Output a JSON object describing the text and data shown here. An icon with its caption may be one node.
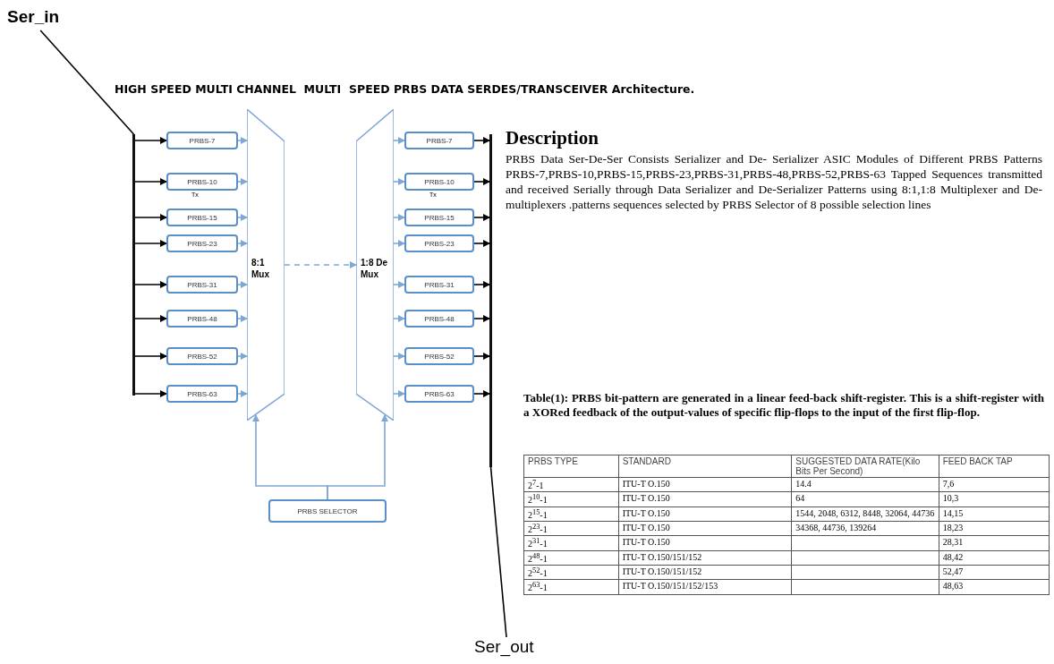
{
  "diagram": {
    "title": "HIGH SPEED MULTI CHANNEL  MULTI  SPEED PRBS DATA SERDES/TRANSCEIVER Architecture.",
    "nodes": [
      {
        "text": [
          "Ser_in"
        ]
      },
      {
        "text": [],
        "shape": "bar"
      },
      {
        "text": [
          "PRBS-7"
        ]
      },
      {
        "text": [
          "PRBS-10"
        ]
      },
      {
        "text": [
          "PRBS-15"
        ]
      },
      {
        "text": [
          "PRBS-23"
        ]
      },
      {
        "text": [
          "PRBS-31"
        ]
      },
      {
        "text": [
          "PRBS-48"
        ]
      },
      {
        "text": [
          "PRBS-52"
        ]
      },
      {
        "text": [
          "PRBS-63"
        ]
      },
      {
        "text": [
          "8:1 Mux"
        ]
      },
      {
        "text": [
          "1:8 De Mux"
        ]
      },
      {
        "text": [
          "PRBS-7"
        ]
      },
      {
        "text": [
          "PRBS-10"
        ]
      },
      {
        "text": [
          "PRBS-15"
        ]
      },
      {
        "text": [
          "PRBS-23"
        ]
      },
      {
        "text": [
          "PRBS-31"
        ]
      },
      {
        "text": [
          "PRBS-48"
        ]
      },
      {
        "text": [
          "PRBS-52"
        ]
      },
      {
        "text": [
          "PRBS-63"
        ]
      },
      {
        "text": [],
        "shape": "bar"
      },
      {
        "text": [
          "PRBS SELECTOR"
        ]
      },
      {
        "text": [
          "Ser_out"
        ]
      }
    ],
    "edges": [
      {
        "from": 0,
        "to": 1,
        "arrow": "none",
        "color": "#000000"
      },
      {
        "from": 1,
        "to": 2,
        "arrow": "to",
        "color": "#000000"
      },
      {
        "from": 1,
        "to": 3,
        "arrow": "to",
        "color": "#000000"
      },
      {
        "from": 1,
        "to": 4,
        "arrow": "to",
        "color": "#000000"
      },
      {
        "from": 1,
        "to": 5,
        "arrow": "to",
        "color": "#000000"
      },
      {
        "from": 1,
        "to": 6,
        "arrow": "to",
        "color": "#000000"
      },
      {
        "from": 1,
        "to": 7,
        "arrow": "to",
        "color": "#000000"
      },
      {
        "from": 1,
        "to": 8,
        "arrow": "to",
        "color": "#000000"
      },
      {
        "from": 1,
        "to": 9,
        "arrow": "to",
        "color": "#000000"
      },
      {
        "from": 2,
        "to": 10,
        "arrow": "to"
      },
      {
        "from": 3,
        "to": 10,
        "arrow": "to"
      },
      {
        "from": 4,
        "to": 10,
        "arrow": "to"
      },
      {
        "from": 5,
        "to": 10,
        "arrow": "to"
      },
      {
        "from": 6,
        "to": 10,
        "arrow": "to"
      },
      {
        "from": 7,
        "to": 10,
        "arrow": "to"
      },
      {
        "from": 8,
        "to": 10,
        "arrow": "to"
      },
      {
        "from": 9,
        "to": 10,
        "arrow": "to"
      },
      {
        "from": 10,
        "to": 11,
        "arrow": "to",
        "style": "dashed"
      },
      {
        "from": 11,
        "to": 12,
        "arrow": "to"
      },
      {
        "from": 11,
        "to": 13,
        "arrow": "to"
      },
      {
        "from": 11,
        "to": 14,
        "arrow": "to"
      },
      {
        "from": 11,
        "to": 15,
        "arrow": "to"
      },
      {
        "from": 11,
        "to": 16,
        "arrow": "to"
      },
      {
        "from": 11,
        "to": 17,
        "arrow": "to"
      },
      {
        "from": 11,
        "to": 18,
        "arrow": "to"
      },
      {
        "from": 11,
        "to": 19,
        "arrow": "to"
      },
      {
        "from": 12,
        "to": 20,
        "arrow": "to",
        "color": "#000000"
      },
      {
        "from": 13,
        "to": 20,
        "arrow": "to",
        "color": "#000000"
      },
      {
        "from": 14,
        "to": 20,
        "arrow": "to",
        "color": "#000000"
      },
      {
        "from": 15,
        "to": 20,
        "arrow": "to",
        "color": "#000000"
      },
      {
        "from": 16,
        "to": 20,
        "arrow": "to",
        "color": "#000000"
      },
      {
        "from": 17,
        "to": 20,
        "arrow": "to",
        "color": "#000000"
      },
      {
        "from": 18,
        "to": 20,
        "arrow": "to",
        "color": "#000000"
      },
      {
        "from": 19,
        "to": 20,
        "arrow": "to",
        "color": "#000000"
      },
      {
        "from": 22,
        "to": 20,
        "arrow": "none",
        "color": "#000000"
      },
      {
        "from": 21,
        "to": 10,
        "arrow": "to"
      },
      {
        "from": 21,
        "to": 11,
        "arrow": "to"
      }
    ],
    "labels": [
      "Tx",
      "Tx",
      "Description",
      "PRBS Data Ser-De-Ser Consists Serializer and De- Serializer ASIC Modules of Different PRBS Patterns PRBS-7,PRBS-10,PRBS-15,PRBS-23,PRBS-31,PRBS-48,PRBS-52,PRBS-63 Tapped Sequences transmitted and received Serially through Data Serializer and De-Serializer Patterns using 8:1,1:8 Multiplexer and De-multiplexers .patterns sequences selected by PRBS Selector of 8 possible selection lines",
      "Table(1): PRBS bit-pattern are generated in a linear feed-back shift-register. This is a shift-register with a XORed feedback of the output-values of specific flip-flops to the input of the first flip-flop.",
      "PRBS TYPE",
      "STANDARD",
      "SUGGESTED DATA RATE(Kilo Bits Per Second)",
      "FEED BACK TAP",
      "2$^{7}$-1",
      "ITU-T O.150",
      "14.4",
      "7,6",
      "2$^{10}$-1",
      "ITU-T O.150",
      "64",
      "10,3",
      "2$^{15}$-1",
      "ITU-T O.150",
      "1544, 2048, 6312, 8448, 32064, 44736",
      "14,15",
      "2$^{23}$-1",
      "ITU-T O.150",
      "34368, 44736, 139264",
      "18,23",
      "2$^{31}$-1",
      "ITU-T O.150",
      "28,31",
      "2$^{48}$-1",
      "ITU-T O.150/151/152",
      "48,42",
      "2$^{52}$-1",
      "ITU-T O.150/151/152",
      "52,47",
      "2$^{63}$-1",
      "ITU-T O.150/151/152/153",
      "48,63"
    ]
  }
}
